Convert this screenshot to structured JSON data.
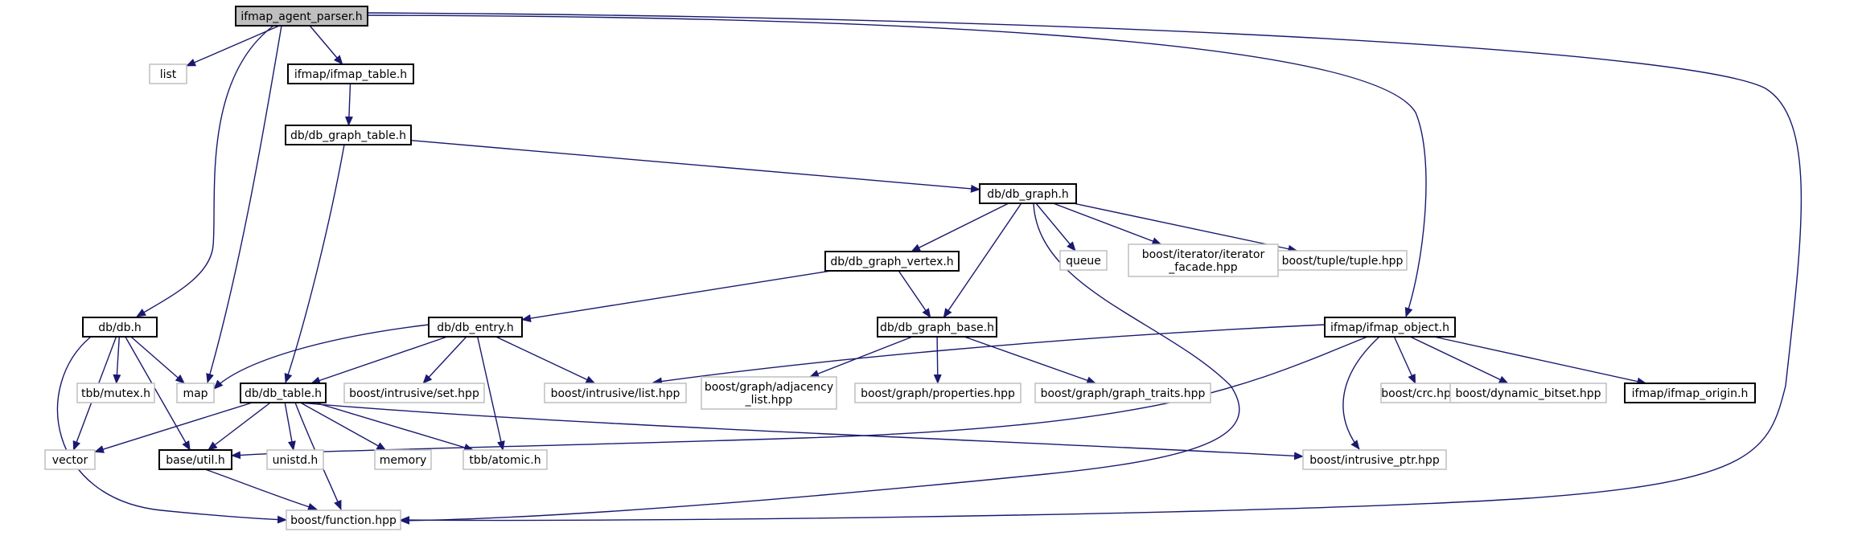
{
  "colors": {
    "edge": "#191970",
    "external_border": "#bfbfbf",
    "local_border": "#000000",
    "root_fill": "#bfbfbf"
  },
  "nodes": [
    {
      "id": "root",
      "lines": [
        "ifmap_agent_parser.h"
      ],
      "kind": "root"
    },
    {
      "id": "list",
      "lines": [
        "list"
      ],
      "kind": "external"
    },
    {
      "id": "ifmap_table",
      "lines": [
        "ifmap/ifmap_table.h"
      ],
      "kind": "local"
    },
    {
      "id": "db_graph_table",
      "lines": [
        "db/db_graph_table.h"
      ],
      "kind": "local"
    },
    {
      "id": "db_graph",
      "lines": [
        "db/db_graph.h"
      ],
      "kind": "local"
    },
    {
      "id": "db_graph_vertex",
      "lines": [
        "db/db_graph_vertex.h"
      ],
      "kind": "local"
    },
    {
      "id": "queue",
      "lines": [
        "queue"
      ],
      "kind": "external"
    },
    {
      "id": "iterator_facade",
      "lines": [
        "boost/iterator/iterator",
        "_facade.hpp"
      ],
      "kind": "external"
    },
    {
      "id": "tuple",
      "lines": [
        "boost/tuple/tuple.hpp"
      ],
      "kind": "external"
    },
    {
      "id": "db_h",
      "lines": [
        "db/db.h"
      ],
      "kind": "local"
    },
    {
      "id": "db_entry",
      "lines": [
        "db/db_entry.h"
      ],
      "kind": "local"
    },
    {
      "id": "db_graph_base",
      "lines": [
        "db/db_graph_base.h"
      ],
      "kind": "local"
    },
    {
      "id": "ifmap_object",
      "lines": [
        "ifmap/ifmap_object.h"
      ],
      "kind": "local"
    },
    {
      "id": "mutex",
      "lines": [
        "tbb/mutex.h"
      ],
      "kind": "external"
    },
    {
      "id": "map",
      "lines": [
        "map"
      ],
      "kind": "external"
    },
    {
      "id": "db_table",
      "lines": [
        "db/db_table.h"
      ],
      "kind": "local"
    },
    {
      "id": "intrusive_set",
      "lines": [
        "boost/intrusive/set.hpp"
      ],
      "kind": "external"
    },
    {
      "id": "intrusive_list",
      "lines": [
        "boost/intrusive/list.hpp"
      ],
      "kind": "external"
    },
    {
      "id": "adjacency_list",
      "lines": [
        "boost/graph/adjacency",
        "_list.hpp"
      ],
      "kind": "external"
    },
    {
      "id": "properties",
      "lines": [
        "boost/graph/properties.hpp"
      ],
      "kind": "external"
    },
    {
      "id": "graph_traits",
      "lines": [
        "boost/graph/graph_traits.hpp"
      ],
      "kind": "external"
    },
    {
      "id": "crc",
      "lines": [
        "boost/crc.hpp"
      ],
      "kind": "external"
    },
    {
      "id": "dynamic_bitset",
      "lines": [
        "boost/dynamic_bitset.hpp"
      ],
      "kind": "external"
    },
    {
      "id": "ifmap_origin",
      "lines": [
        "ifmap/ifmap_origin.h"
      ],
      "kind": "local"
    },
    {
      "id": "vector",
      "lines": [
        "vector"
      ],
      "kind": "external"
    },
    {
      "id": "util",
      "lines": [
        "base/util.h"
      ],
      "kind": "local"
    },
    {
      "id": "unistd",
      "lines": [
        "unistd.h"
      ],
      "kind": "external"
    },
    {
      "id": "memory",
      "lines": [
        "memory"
      ],
      "kind": "external"
    },
    {
      "id": "atomic",
      "lines": [
        "tbb/atomic.h"
      ],
      "kind": "external"
    },
    {
      "id": "intrusive_ptr",
      "lines": [
        "boost/intrusive_ptr.hpp"
      ],
      "kind": "external"
    },
    {
      "id": "function",
      "lines": [
        "boost/function.hpp"
      ],
      "kind": "external"
    }
  ],
  "edges": [
    [
      "root",
      "list"
    ],
    [
      "root",
      "ifmap_table"
    ],
    [
      "root",
      "db_h"
    ],
    [
      "root",
      "map"
    ],
    [
      "root",
      "ifmap_object"
    ],
    [
      "root",
      "function"
    ],
    [
      "ifmap_table",
      "db_graph_table"
    ],
    [
      "db_graph_table",
      "db_graph"
    ],
    [
      "db_graph_table",
      "db_table"
    ],
    [
      "db_graph",
      "db_graph_vertex"
    ],
    [
      "db_graph",
      "queue"
    ],
    [
      "db_graph",
      "iterator_facade"
    ],
    [
      "db_graph",
      "tuple"
    ],
    [
      "db_graph",
      "db_graph_base"
    ],
    [
      "db_graph",
      "function"
    ],
    [
      "db_graph_vertex",
      "db_entry"
    ],
    [
      "db_graph_vertex",
      "db_graph_base"
    ],
    [
      "db_graph_base",
      "adjacency_list"
    ],
    [
      "db_graph_base",
      "properties"
    ],
    [
      "db_graph_base",
      "graph_traits"
    ],
    [
      "db_h",
      "mutex"
    ],
    [
      "db_h",
      "map"
    ],
    [
      "db_h",
      "vector"
    ],
    [
      "db_h",
      "util"
    ],
    [
      "db_h",
      "function"
    ],
    [
      "db_entry",
      "map"
    ],
    [
      "db_entry",
      "db_table"
    ],
    [
      "db_entry",
      "intrusive_set"
    ],
    [
      "db_entry",
      "intrusive_list"
    ],
    [
      "db_entry",
      "atomic"
    ],
    [
      "db_table",
      "vector"
    ],
    [
      "db_table",
      "util"
    ],
    [
      "db_table",
      "unistd"
    ],
    [
      "db_table",
      "memory"
    ],
    [
      "db_table",
      "atomic"
    ],
    [
      "db_table",
      "intrusive_ptr"
    ],
    [
      "db_table",
      "function"
    ],
    [
      "ifmap_object",
      "intrusive_list"
    ],
    [
      "ifmap_object",
      "util"
    ],
    [
      "ifmap_object",
      "intrusive_ptr"
    ],
    [
      "ifmap_object",
      "crc"
    ],
    [
      "ifmap_object",
      "dynamic_bitset"
    ],
    [
      "ifmap_object",
      "ifmap_origin"
    ],
    [
      "util",
      "function"
    ]
  ]
}
